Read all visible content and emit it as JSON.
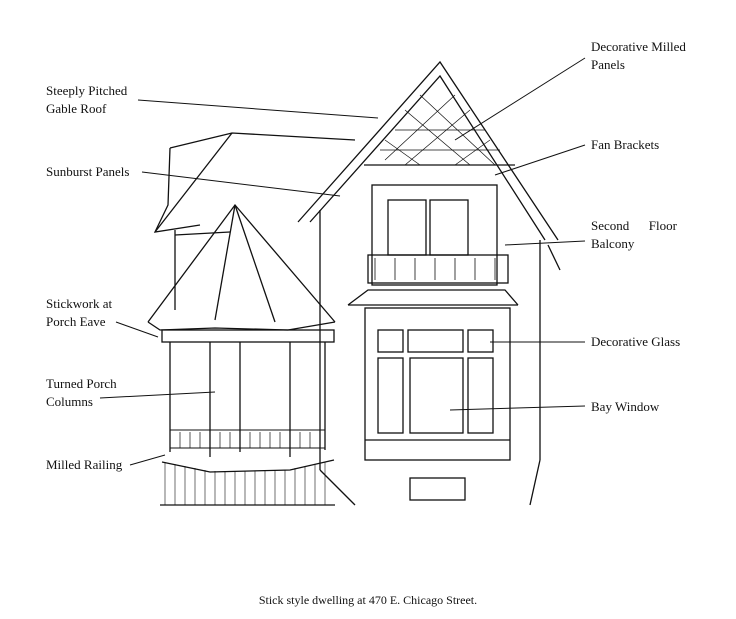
{
  "labels": {
    "gable_roof": [
      "Steeply Pitched",
      "Gable Roof"
    ],
    "milled_panels": [
      "Decorative Milled",
      "Panels"
    ],
    "fan_brackets": "Fan Brackets",
    "sunburst": "Sunburst Panels",
    "balcony": [
      "Second      Floor",
      "Balcony"
    ],
    "stickwork": [
      "Stickwork at",
      "Porch Eave"
    ],
    "glass": "Decorative Glass",
    "columns": [
      "Turned Porch",
      "Columns"
    ],
    "bay_window": "Bay Window",
    "railing": "Milled Railing"
  },
  "caption": "Stick style dwelling at 470 E. Chicago Street."
}
